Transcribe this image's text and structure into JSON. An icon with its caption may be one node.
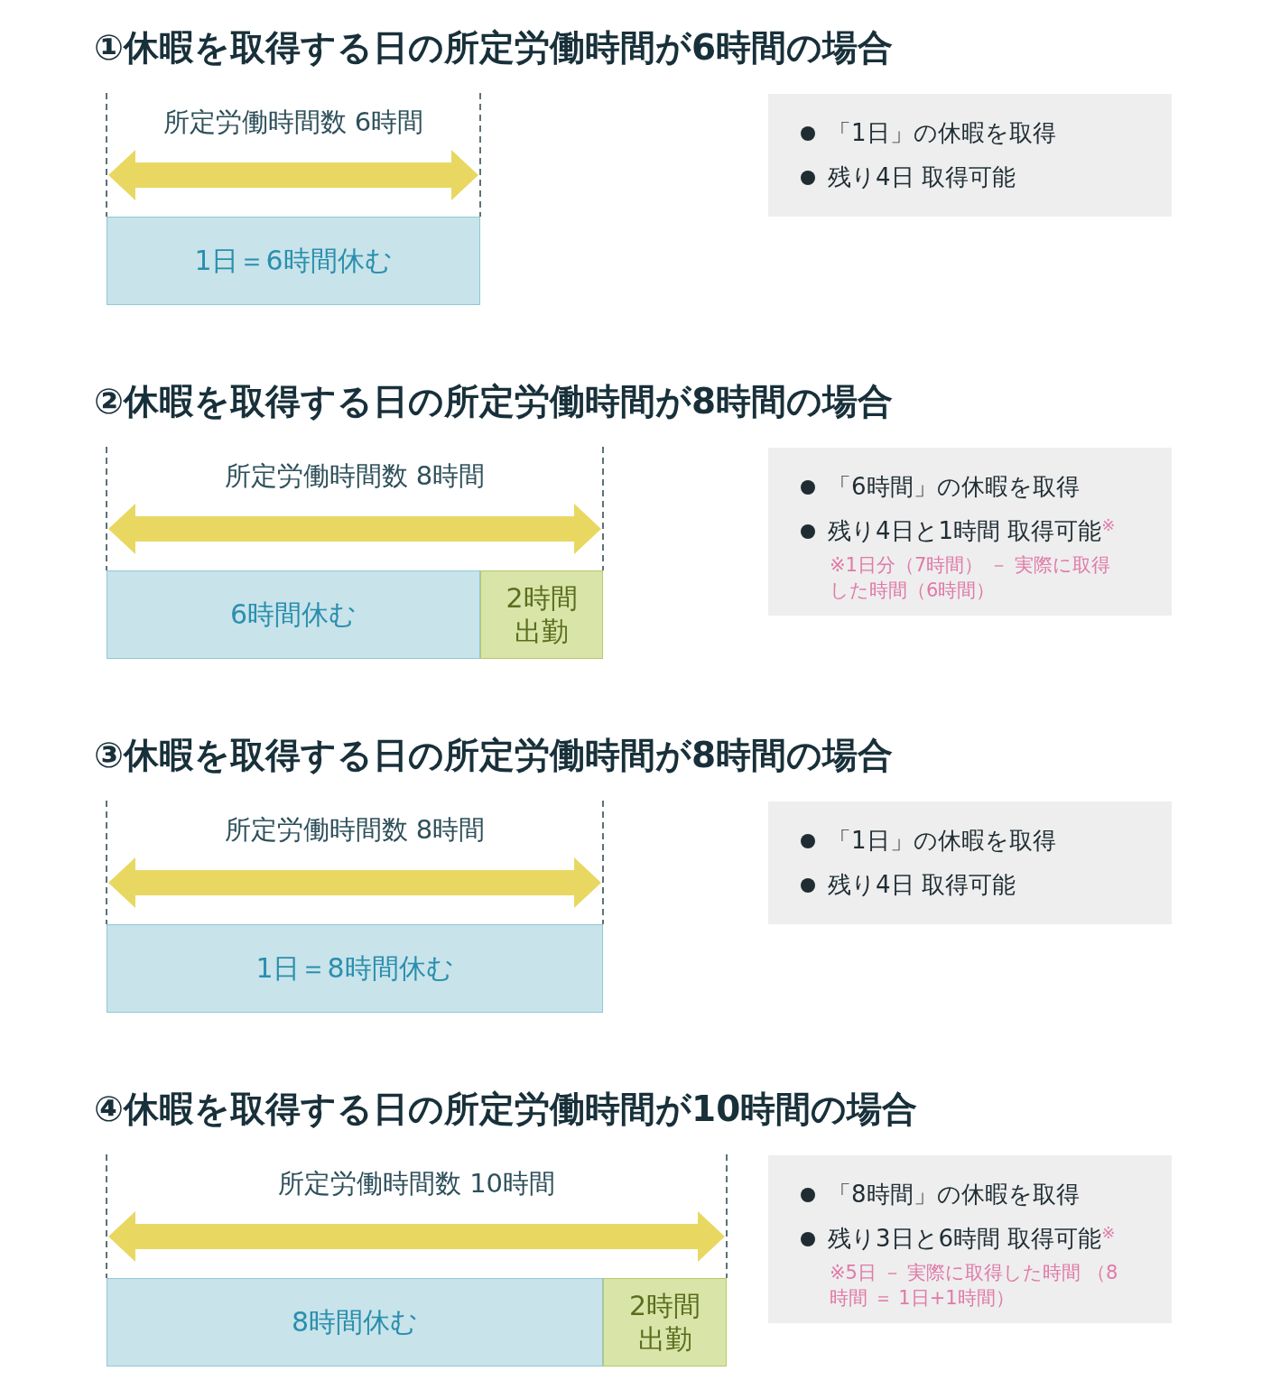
{
  "diagram": {
    "nodes": [
      {
        "text": [
          "1日＝6時間休む"
        ]
      },
      {
        "text": [
          "「1日」の休暇を取得",
          "残り4日 取得可能"
        ]
      },
      {
        "text": [
          "6時間休む"
        ]
      },
      {
        "text": [
          "2時間出勤"
        ]
      },
      {
        "text": [
          "「6時間」の休暇を取得",
          "残り4日と1時間 取得可能",
          "※",
          "※1日分（7時間） － 実際に取得した時間（6時間）"
        ]
      },
      {
        "text": [
          "1日＝8時間休む"
        ]
      },
      {
        "text": [
          "「1日」の休暇を取得",
          "残り4日 取得可能"
        ]
      },
      {
        "text": [
          "8時間休む"
        ]
      },
      {
        "text": [
          "2時間出勤"
        ]
      },
      {
        "text": [
          "「8時間」の休暇を取得",
          "残り3日と6時間 取得可能",
          "※",
          "※5日 － 実際に取得した時間 （8時間 ＝ 1日+1時間）"
        ]
      }
    ],
    "edges": [],
    "labels": [
      "①休暇を取得する日の所定労働時間が6時間の場合",
      "所定労働時間数 6時間",
      "②休暇を取得する日の所定労働時間が8時間の場合",
      "所定労働時間数 8時間",
      "③休暇を取得する日の所定労働時間が8時間の場合",
      "所定労働時間数 8時間",
      "④休暇を取得する日の所定労働時間が10時間の場合",
      "所定労働時間数 10時間"
    ]
  }
}
